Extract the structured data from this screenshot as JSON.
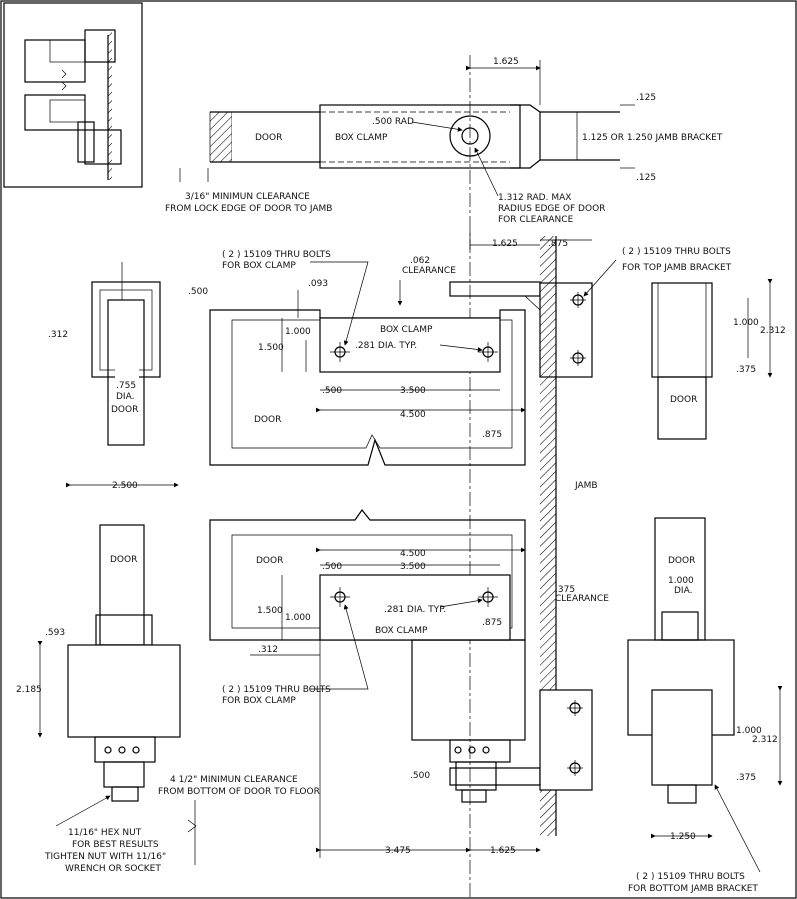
{
  "labels": {
    "door": "DOOR",
    "box_clamp": "BOX CLAMP",
    "jamb": "JAMB",
    "rad_500": ".500 RAD",
    "jamb_bracket_width": "1.125 OR 1.250 JAMB BRACKET",
    "rad_max_1": "1.312 RAD. MAX",
    "rad_max_2": "RADIUS EDGE OF DOOR",
    "rad_max_3": "FOR CLEARANCE",
    "clear_lock_1": "3/16\" MINIMUN CLEARANCE",
    "clear_lock_2": "FROM LOCK EDGE OF DOOR TO JAMB",
    "bolts_box_1": "( 2 ) 15109 THRU BOLTS",
    "bolts_box_2": "FOR BOX CLAMP",
    "bolts_top_1": "( 2 ) 15109 THRU BOLTS",
    "bolts_top_2": "FOR TOP JAMB BRACKET",
    "bolts_bottom_1": "( 2 ) 15109 THRU BOLTS",
    "bolts_bottom_2": "FOR BOTTOM JAMB BRACKET",
    "clearance": "CLEARANCE",
    "dia_typ": ".281 DIA. TYP.",
    "dia_755_a": ".755",
    "dia_755_b": "DIA.",
    "dia_1000_a": "1.000",
    "dia_1000_b": "DIA.",
    "floor_1": "4 1/2\" MINIMUN CLEARANCE",
    "floor_2": "FROM BOTTOM OF DOOR TO FLOOR",
    "hex_1": "11/16\" HEX NUT",
    "hex_2": "FOR BEST RESULTS",
    "hex_3": "TIGHTEN NUT WITH 11/16\"",
    "hex_4": "WRENCH OR SOCKET"
  },
  "dims": {
    "d1625": "1.625",
    "d125": ".125",
    "d875": ".875",
    "d093": ".093",
    "d062": ".062",
    "d500": ".500",
    "d312": ".312",
    "d1000": "1.000",
    "d1500": "1.500",
    "d3500": "3.500",
    "d4500": "4.500",
    "d2312": "2.312",
    "d375": ".375",
    "d2500": "2.500",
    "d593": ".593",
    "d2185": "2.185",
    "d3475": "3.475",
    "d1250": "1.250"
  }
}
